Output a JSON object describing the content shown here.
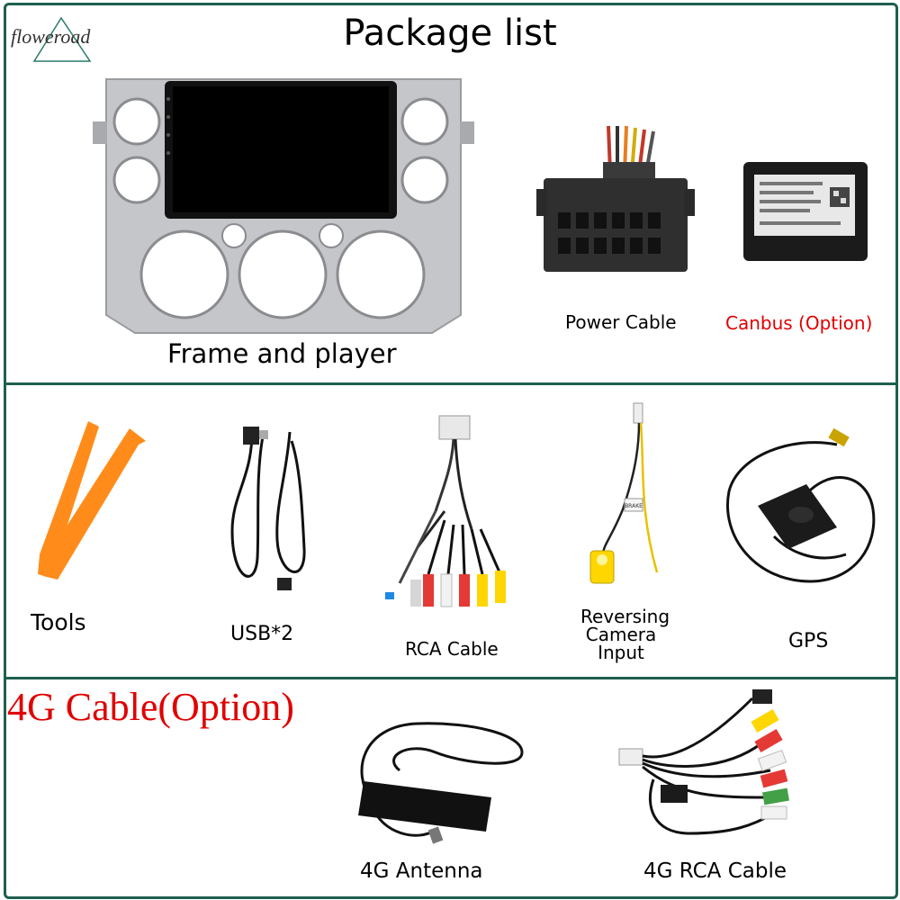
{
  "header": {
    "title": "Package list",
    "logo_text": "floweroad"
  },
  "section1": {
    "frame_label": "Frame and player",
    "power_label": "Power Cable",
    "canbus_label": "Canbus (Option)"
  },
  "section2": {
    "tools_label": "Tools",
    "usb_label": "USB*2",
    "rca_label": "RCA Cable",
    "reversing_label_1": "Reversing",
    "reversing_label_2": "Camera",
    "reversing_label_3": "Input",
    "gps_label": "GPS",
    "brake_tag": "BRAKE"
  },
  "section3": {
    "option_title": "4G Cable(Option)",
    "antenna_label": "4G Antenna",
    "rca4g_label": "4G RCA Cable"
  },
  "colors": {
    "border": "#1f5f4f",
    "option_red": "#e00000",
    "tool_orange": "#ff8c1a",
    "frame_silver": "#c4c6c9"
  }
}
